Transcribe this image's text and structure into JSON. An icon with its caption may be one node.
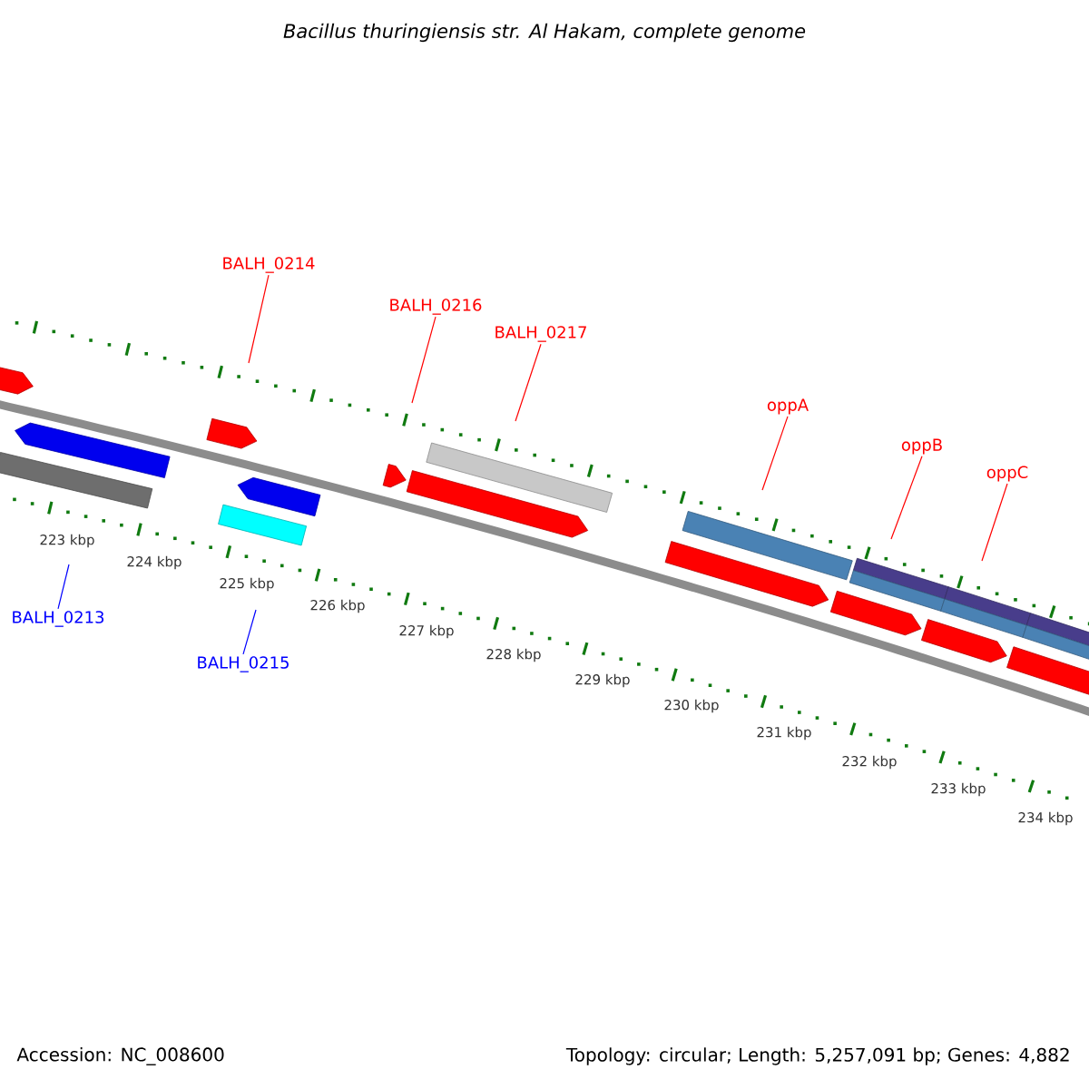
{
  "diagram": {
    "title": "Bacillus thuringiensis str. Al Hakam, complete genome",
    "nodes": [
      {
        "text": [
          "BALH_0214"
        ]
      },
      {
        "text": [
          "BALH_0216"
        ]
      },
      {
        "text": [
          "BALH_0217"
        ]
      },
      {
        "text": [
          "oppA"
        ]
      },
      {
        "text": [
          "oppB"
        ]
      },
      {
        "text": [
          "oppC"
        ]
      },
      {
        "text": [
          "BALH_0213"
        ]
      },
      {
        "text": [
          "BALH_0215"
        ]
      }
    ],
    "edges": [
      {
        "from": 0,
        "to": null,
        "arrow": "none"
      },
      {
        "from": 1,
        "to": null,
        "arrow": "none"
      },
      {
        "from": 2,
        "to": null,
        "arrow": "none"
      },
      {
        "from": 3,
        "to": null,
        "arrow": "none"
      },
      {
        "from": 4,
        "to": null,
        "arrow": "none"
      },
      {
        "from": 5,
        "to": null,
        "arrow": "none"
      },
      {
        "from": 6,
        "to": null,
        "arrow": "none",
        "color": "#0000ff"
      },
      {
        "from": 7,
        "to": null,
        "arrow": "none",
        "color": "#0000ff"
      }
    ],
    "labels": [
      "223 kbp",
      "224 kbp",
      "225 kbp",
      "226 kbp",
      "227 kbp",
      "228 kbp",
      "229 kbp",
      "230 kbp",
      "231 kbp",
      "232 kbp",
      "233 kbp",
      "234 kbp",
      "Accession: NC_008600",
      "Topology: circular; Length: 5,257,091 bp; Genes: 4,882"
    ]
  }
}
